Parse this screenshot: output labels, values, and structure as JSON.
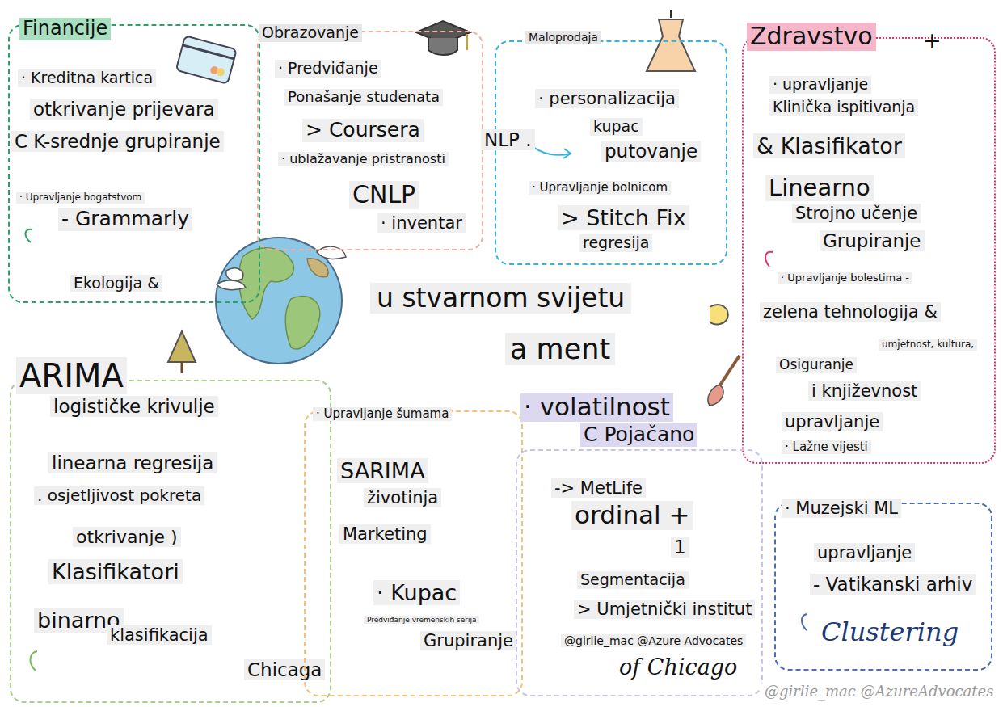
{
  "diagram": {
    "title": "u stvarnom svijetu",
    "nodes": [
      {
        "text": [
          "Financije",
          "· Kreditna kartica",
          "otkrivanje prijevara",
          "C K-srednje grupiranje",
          "· Upravljanje bogatstvom",
          "- Grammarly",
          "Ekologija &"
        ]
      },
      {
        "text": [
          "Obrazovanje",
          "· Predviđanje",
          "Ponašanje studenata",
          "> Coursera",
          "· ublažavanje pristranosti",
          "CNLP",
          "· inventar"
        ]
      },
      {
        "text": [
          "Maloprodaja",
          "· personalizacija",
          "kupac",
          "putovanje",
          "NLP .",
          "· Upravljanje bolnicom",
          "> Stitch Fix",
          "regresija"
        ]
      },
      {
        "text": [
          "Zdravstvo",
          "+",
          "· upravljanje",
          "Klinička ispitivanja",
          "& Klasifikator",
          "Linearno",
          "Strojno učenje",
          "Grupiranje",
          "· Upravljanje bolestima -",
          "zelena tehnologija &",
          "Osiguranje",
          "umjetnost, kultura,",
          "i književnost",
          "upravljanje",
          "· Lažne vijesti"
        ]
      },
      {
        "text": [
          "ARIMA",
          "logističke krivulje",
          "linearna regresija",
          ". osjetljivost pokreta",
          "otkrivanje )",
          "Klasifikatori",
          "binarno",
          "klasifikacija",
          "Chicaga"
        ]
      },
      {
        "text": [
          "· Upravljanje šumama",
          "SARIMA",
          "životinja",
          "Marketing",
          "· Kupac",
          "Predviđanje vremenskih serija",
          "Grupiranje"
        ]
      },
      {
        "text": [
          "· volatilnost",
          "C Pojačano",
          "-> MetLife",
          "ordinal +",
          "1",
          "Segmentacija",
          "> Umjetnički institut",
          "@girlie_mac @Azure Advocates",
          "of Chicago"
        ]
      },
      {
        "text": [
          "· Muzejski ML",
          "upravljanje",
          "- Vatikanski arhiv",
          "Clustering"
        ]
      }
    ],
    "labels": [
      "a ment",
      "@girlie_mac @AzureAdvocates"
    ]
  }
}
